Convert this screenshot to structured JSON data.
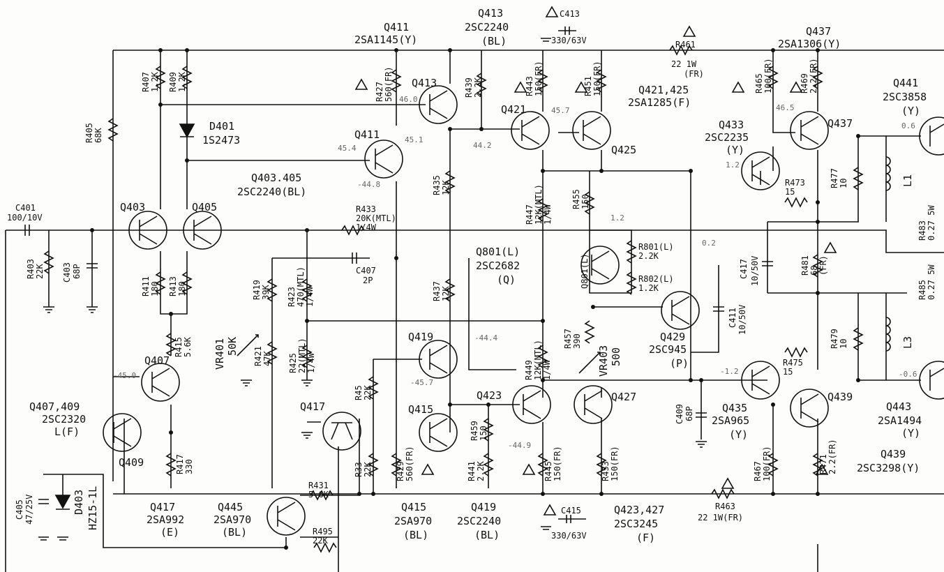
{
  "top": {
    "q411": [
      "Q411",
      "2SA1145(Y)"
    ],
    "q413": [
      "Q413",
      "2SC2240",
      "(BL)"
    ],
    "c413": [
      "C413",
      "330/63V"
    ],
    "r461": [
      "R461",
      "22 1W",
      "(FR)"
    ],
    "q437": [
      "Q437",
      "2SA1306(Y)"
    ]
  },
  "transistors": {
    "q403": "Q403",
    "q405": "Q405",
    "q407": "Q407",
    "q409": "Q409",
    "q411": "Q411",
    "q413": "Q413",
    "q415": "Q415",
    "q417": "Q417",
    "q419": "Q419",
    "q421": "Q421",
    "q423": "Q423",
    "q425": "Q425",
    "q427": "Q427",
    "q429": "Q429",
    "q433": "Q433",
    "q435": "Q435",
    "q437": "Q437",
    "q439": "Q439",
    "q441": "Q441",
    "q443": "Q443",
    "q445": "Q445",
    "q801": "Q801(L)"
  },
  "groups": {
    "q403_405": [
      "Q403.405",
      "2SC2240(BL)"
    ],
    "q407_409": [
      "Q407,409",
      "2SC2320",
      "L(F)"
    ],
    "q421_425": [
      "Q421,425",
      "2SA1285(F)"
    ],
    "q433": [
      "Q433",
      "2SC2235",
      "(Y)"
    ],
    "q441": [
      "Q441",
      "2SC3858",
      "(Y)"
    ],
    "q801": [
      "Q801(L)",
      "2SC2682",
      "(Q)"
    ],
    "q429": [
      "Q429",
      "2SC945",
      "(P)"
    ],
    "q435": [
      "Q435",
      "2SA965",
      "(Y)"
    ],
    "q443": [
      "Q443",
      "2SA1494",
      "(Y)"
    ],
    "q439": [
      "Q439",
      "2SC3298(Y)"
    ]
  },
  "bottom": {
    "q417": [
      "Q417",
      "2SA992",
      "(E)"
    ],
    "q445": [
      "Q445",
      "2SA970",
      "(BL)"
    ],
    "q415": [
      "Q415",
      "2SA970",
      "(BL)"
    ],
    "q419": [
      "Q419",
      "2SC2240",
      "(BL)"
    ],
    "q423_427": [
      "Q423,427",
      "2SC3245",
      "(F)"
    ],
    "c415": [
      "C415",
      "330/63V"
    ],
    "r463": [
      "R463",
      "22 1W(FR)"
    ]
  },
  "diodes": {
    "d401": [
      "D401",
      "1S2473"
    ],
    "d403": [
      "D403",
      "HZ15-1L"
    ]
  },
  "resistors": [
    [
      "R407",
      "1.2K"
    ],
    [
      "R409",
      "1.2K"
    ],
    [
      "R405",
      "68K"
    ],
    [
      "R427",
      "560(FR)"
    ],
    [
      "R439",
      "2.2K"
    ],
    [
      "R443",
      "150(FR)"
    ],
    [
      "R451",
      "150(FR)"
    ],
    [
      "R465",
      "100(FR)"
    ],
    [
      "R469",
      "2.2(FR)"
    ],
    [
      "R435",
      "12K"
    ],
    [
      "R433",
      "20K(MTL)",
      "1/4W"
    ],
    [
      "R447",
      "12K(MTL)",
      "1/4W"
    ],
    [
      "R455",
      "150"
    ],
    [
      "R473",
      "15"
    ],
    [
      "R477",
      "10"
    ],
    [
      "R483",
      "0.27 5W"
    ],
    [
      "R403",
      "22K"
    ],
    [
      "R411",
      "180"
    ],
    [
      "R413",
      "180"
    ],
    [
      "R419",
      "39K"
    ],
    [
      "R423",
      "470(MTL)",
      "1/4W"
    ],
    [
      "R437",
      "12K"
    ],
    [
      "R801(L)",
      "2.2K"
    ],
    [
      "R802(L)",
      "1.2K"
    ],
    [
      "R481",
      "68",
      "(FR)"
    ],
    [
      "R485",
      "0.27 5W"
    ],
    [
      "R415",
      "5.6K"
    ],
    [
      "R421",
      "47K"
    ],
    [
      "R425",
      "22(MTL)",
      "1/4W"
    ],
    [
      "R449",
      "12K(MTL)",
      "1/4W"
    ],
    [
      "R457",
      "390"
    ],
    [
      "R475",
      "15"
    ],
    [
      "R479",
      "10"
    ],
    [
      "R45",
      "22K"
    ],
    [
      "R459",
      "150"
    ],
    [
      "R417",
      "330"
    ],
    [
      "R33",
      "22K"
    ],
    [
      "R429",
      "560(FR)"
    ],
    [
      "R441",
      "2.2K"
    ],
    [
      "R445",
      "150(FR)"
    ],
    [
      "R453",
      "150(FR)"
    ],
    [
      "R467",
      "100(FR)"
    ],
    [
      "R471",
      "2.2(FR)"
    ],
    [
      "R431",
      "5.6K"
    ],
    [
      "R495",
      "22K"
    ]
  ],
  "caps": {
    "c401": [
      "C401",
      "100/10V"
    ],
    "c403": [
      "C403",
      "68P"
    ],
    "c407": [
      "C407",
      "2P"
    ],
    "c417": [
      "C417",
      "10/50V"
    ],
    "c411": [
      "C411",
      "10/50V"
    ],
    "c409": [
      "C409",
      "68P"
    ],
    "c405": [
      "C405",
      "47/25V"
    ]
  },
  "vr": {
    "vr401": [
      "VR401",
      "50K"
    ],
    "vr403": [
      "VR403",
      "500"
    ]
  },
  "inductors": {
    "l1": "L1",
    "l3": "L3"
  },
  "voltages": {
    "v1": "46.0",
    "v2": "45.1",
    "v3": "44.2",
    "v4": "-44.8",
    "v5": "1.2",
    "v6": "46.5",
    "v7": "-44.4",
    "v8": "-45.7",
    "v9": "-44.9",
    "v10": "-1.2",
    "v11": "0.6",
    "v12": "-0.6",
    "v13": "0.2",
    "v14": "1.2",
    "v15": "-45.0",
    "v16": "45.7",
    "v17": "45.4"
  }
}
